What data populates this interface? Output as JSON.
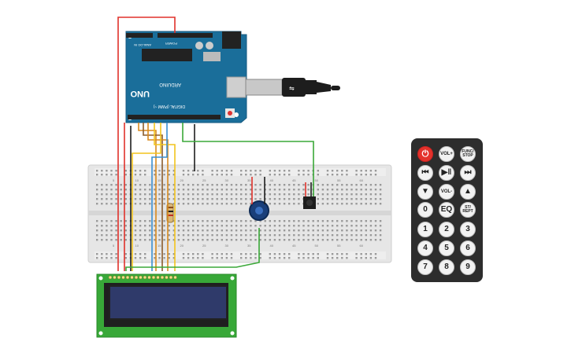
{
  "arduino": {
    "brand": "UNO",
    "model": "ARDUINO",
    "digital_label": "DIGITAL (PWM ~)",
    "analog_label": "ANALOG IN",
    "power_label": "POWER",
    "colors": {
      "board": "#1a6e9a",
      "header": "#222222"
    }
  },
  "breadboard": {
    "row_numbers_top": [
      "5",
      "10",
      "15",
      "20",
      "25",
      "30",
      "35",
      "40",
      "45",
      "50",
      "55",
      "60"
    ],
    "row_numbers_bottom": [
      "5",
      "10",
      "15",
      "20",
      "25",
      "30",
      "35",
      "40",
      "45",
      "50",
      "55",
      "60"
    ]
  },
  "remote": {
    "buttons": [
      {
        "id": "power",
        "label": "⏻",
        "icon": "power-icon"
      },
      {
        "id": "vol-up",
        "label": "VOL+"
      },
      {
        "id": "func-stop",
        "label": "FUNC/\nSTOP"
      },
      {
        "id": "prev",
        "label": "⏮",
        "icon": "skip-back-icon"
      },
      {
        "id": "play-pause",
        "label": "▶‖",
        "icon": "play-pause-icon"
      },
      {
        "id": "next",
        "label": "⏭",
        "icon": "skip-forward-icon"
      },
      {
        "id": "down",
        "label": "▼",
        "icon": "triangle-down-icon"
      },
      {
        "id": "vol-down",
        "label": "VOL-"
      },
      {
        "id": "up",
        "label": "▲",
        "icon": "triangle-up-icon"
      },
      {
        "id": "zero",
        "label": "0"
      },
      {
        "id": "eq",
        "label": "EQ"
      },
      {
        "id": "st-rept",
        "label": "ST/\nREPT"
      },
      {
        "id": "one",
        "label": "1"
      },
      {
        "id": "two",
        "label": "2"
      },
      {
        "id": "three",
        "label": "3"
      },
      {
        "id": "four",
        "label": "4"
      },
      {
        "id": "five",
        "label": "5"
      },
      {
        "id": "six",
        "label": "6"
      },
      {
        "id": "seven",
        "label": "7"
      },
      {
        "id": "eight",
        "label": "8"
      },
      {
        "id": "nine",
        "label": "9"
      }
    ]
  },
  "colors": {
    "wire_red": "#e0312b",
    "wire_black": "#1e1e1e",
    "wire_green": "#3aa838",
    "wire_orange": "#d88a1f",
    "wire_yellow": "#f2c41d",
    "wire_blue": "#3a8fd1",
    "wire_brown": "#8a5b2c",
    "lcd_board": "#38a838",
    "lcd_screen": "#2f3a6a",
    "breadboard": "#e8e8e8",
    "remote_body": "#2d2d2d"
  }
}
